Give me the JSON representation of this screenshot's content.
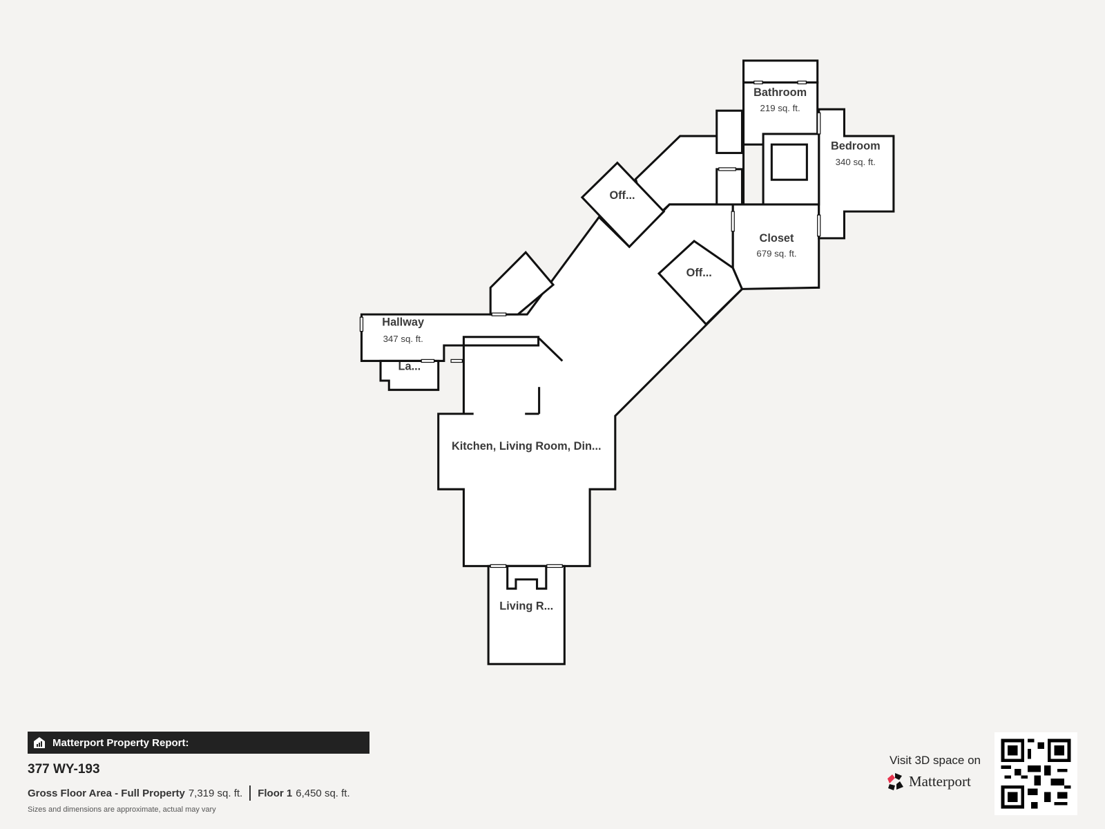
{
  "rooms": [
    {
      "name": "Bathroom",
      "area": "219 sq. ft."
    },
    {
      "name": "Bedroom",
      "area": "340 sq. ft."
    },
    {
      "name": "Off..."
    },
    {
      "name": "Closet",
      "area": "679 sq. ft."
    },
    {
      "name": "Off..."
    },
    {
      "name": "Hallway",
      "area": "347 sq. ft."
    },
    {
      "name": "La..."
    },
    {
      "name": "Kitchen, Living Room, Din..."
    },
    {
      "name": "Living R..."
    }
  ],
  "footer": {
    "report_title": "Matterport Property Report:",
    "address": "377 WY-193",
    "gross_label": "Gross Floor Area - Full Property",
    "gross_value": "7,319 sq. ft.",
    "floor_label": "Floor 1",
    "floor_value": "6,450 sq. ft.",
    "disclaimer": "Sizes and dimensions are approximate, actual may vary",
    "visit_text": "Visit 3D space on",
    "brand": "Matterport",
    "brand_accent": "#e8344e"
  }
}
